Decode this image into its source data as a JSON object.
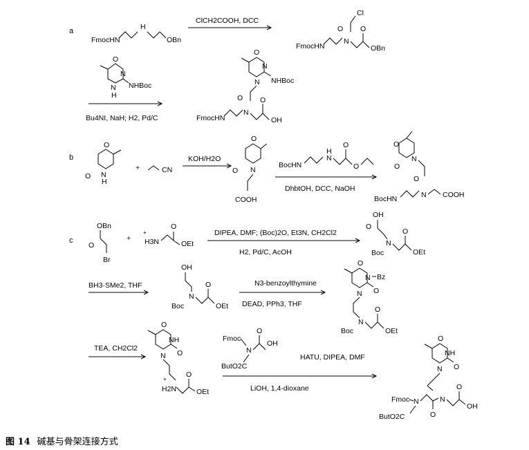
{
  "panels": {
    "a": {
      "label": "a",
      "r1": "FmocHN",
      "r1_nh": "H",
      "r1_obn": "OBn",
      "step1": "ClCH2COOH, DCC",
      "p1_cl": "Cl",
      "p1_o": "O",
      "p1_fmoc": "FmocHN",
      "p1_n": "N",
      "p1_o2": "O",
      "p1_obn": "OBn",
      "thy_o": "O",
      "thy_n": "N",
      "thy_nh": "N",
      "thy_h": "H",
      "thy_nhboc": "NHBoc",
      "step2": "Bu4NI, NaH; H2, Pd/C",
      "p2_o": "O",
      "p2_n": "N",
      "p2_nhboc": "NHBoc",
      "p2_n2": "N",
      "p2_o2": "O",
      "p2_fmoc": "FmocHN",
      "p2_n3": "N",
      "p2_o3": "O",
      "p2_oh": "OH"
    },
    "b": {
      "label": "b",
      "pyr_o1": "O",
      "pyr_o2": "O",
      "pyr_nh": "N",
      "pyr_h": "H",
      "plus": "+",
      "acn_cn": "CN",
      "step1": "KOH/H2O",
      "i_o1": "O",
      "i_o2": "O",
      "i_n": "N",
      "i_cooh": "COOH",
      "reag_boc": "BocHN",
      "reag_h": "H",
      "reag_n": "N",
      "reag_o": "O",
      "reag_o2": "O",
      "step2": "DhbtOH, DCC, NaOH",
      "p_o1": "O",
      "p_o2": "O",
      "p_n": "N",
      "p_o3": "O",
      "p_boc": "BocHN",
      "p_n2": "N",
      "p_cooh": "COOH"
    },
    "c": {
      "label": "c",
      "brom_obn": "OBn",
      "brom_o": "O",
      "brom_br": "Br",
      "plus": "+",
      "gly_h3n": "H3N",
      "gly_o": "O",
      "gly_oet": "OEt",
      "step1_top": "DIPEA, DMF; (Boc)2O, Et3N, CH2Cl2",
      "step1_bot": "H2, Pd/C, AcOH",
      "p1_oh": "OH",
      "p1_o": "O",
      "p1_boc": "Boc",
      "p1_n": "N",
      "p1_o2": "O",
      "p1_oet": "OEt",
      "step2": "BH3·SMe2, THF",
      "p2_oh": "OH",
      "p2_boc": "Boc",
      "p2_n": "N",
      "p2_o": "O",
      "p2_oet": "OEt",
      "step3_top": "N3-benzoylthymine",
      "step3_bot": "DEAD, PPh3, THF",
      "p3_o": "O",
      "p3_n": "N",
      "p3_bz": "Bz",
      "p3_n2": "N",
      "p3_o2": "O",
      "p3_boc": "Boc",
      "p3_n3": "N",
      "p3_o3": "O",
      "p3_oet": "OEt",
      "step4": "TEA, CH2Cl2",
      "p4_o": "O",
      "p4_nh": "NH",
      "p4_n": "N",
      "p4_o2": "O",
      "p4_h2n": "H2N",
      "p4_o3": "O",
      "p4_oet": "OEt",
      "reag_fmoc": "Fmoc",
      "reag_n": "N",
      "reag_o": "O",
      "reag_oh": "OH",
      "reag_buto": "ButO2C",
      "step5_top": "HATU, DIPEA, DMF",
      "step5_bot": "LiOH, 1,4-dioxane",
      "p5_o": "O",
      "p5_nh": "NH",
      "p5_n": "N",
      "p5_o2": "O",
      "p5_fmoc": "Fmoc",
      "p5_n2": "N",
      "p5_o3": "O",
      "p5_n3": "N",
      "p5_o4": "O",
      "p5_oh": "OH",
      "p5_buto": "ButO2C"
    }
  },
  "caption": {
    "number": "图 14",
    "text": "碱基与骨架连接方式"
  }
}
